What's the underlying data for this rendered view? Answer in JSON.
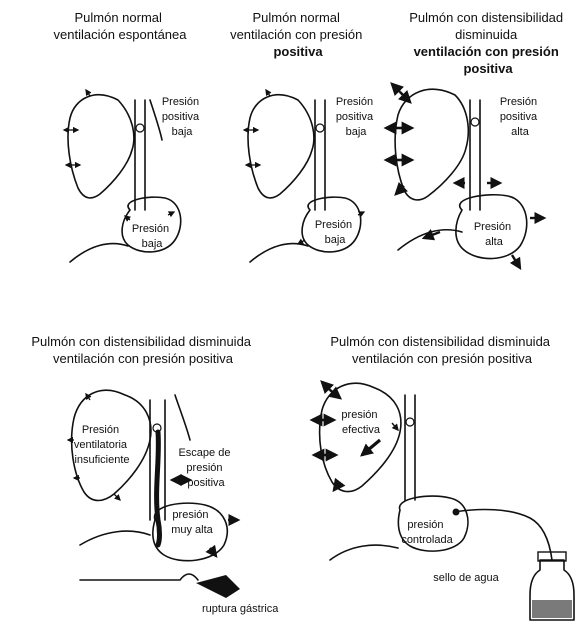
{
  "panels": [
    {
      "caption": [
        "Pulmón normal",
        "ventilación espontánea"
      ],
      "labels": {
        "chest": [
          "Presión",
          "positiva",
          "baja"
        ],
        "stomach": [
          "Presión",
          "baja"
        ]
      }
    },
    {
      "caption": [
        "Pulmón normal",
        "ventilación con presión",
        "positiva"
      ],
      "labels": {
        "chest": [
          "Presión",
          "positiva",
          "baja"
        ],
        "stomach": [
          "Presión",
          "baja"
        ]
      }
    },
    {
      "caption": [
        "Pulmón con distensibilidad",
        "disminuida",
        "ventilación con presión",
        "positiva"
      ],
      "labels": {
        "chest": [
          "Presión",
          "positiva",
          "alta"
        ],
        "stomach": [
          "Presión",
          "alta"
        ]
      }
    },
    {
      "caption": [
        "Pulmón con distensibilidad disminuida",
        "ventilación con presión positiva"
      ],
      "labels": {
        "lung": [
          "Presión",
          "ventilatoria",
          "insuficiente"
        ],
        "escape": [
          "Escape de",
          "presión",
          "positiva"
        ],
        "stomach": [
          "presión",
          "muy alta"
        ],
        "rupture": "ruptura gástrica"
      }
    },
    {
      "caption": [
        "Pulmón con distensibilidad disminuida",
        "ventilación con presión positiva"
      ],
      "labels": {
        "lung": [
          "presión",
          "efectiva"
        ],
        "stomach": [
          "presión",
          "controlada"
        ],
        "seal": "sello de agua"
      }
    }
  ],
  "colors": {
    "ink": "#111111",
    "water": "#7a7a7a",
    "background": "#ffffff"
  }
}
